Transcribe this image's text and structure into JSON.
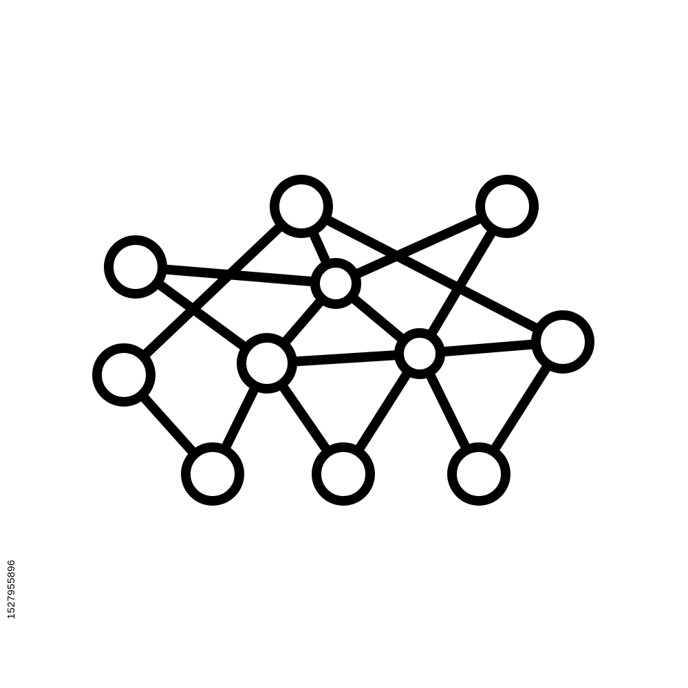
{
  "icon": {
    "name": "network-nodes-icon",
    "stroke_color": "#000000",
    "fill_color": "#ffffff",
    "background_color": "#ffffff",
    "node_count": 11,
    "edge_count": 17
  },
  "watermark": {
    "text": "1527955896"
  }
}
